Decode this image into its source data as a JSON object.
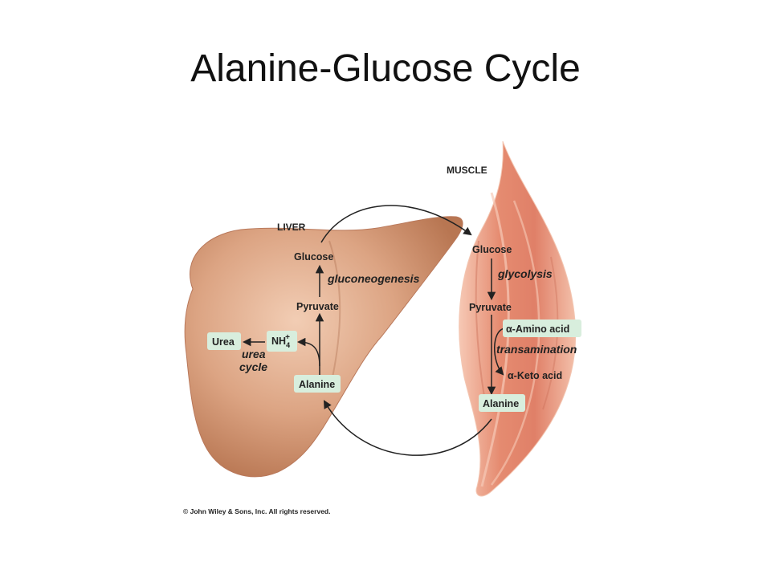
{
  "title": "Alanine-Glucose Cycle",
  "organs": {
    "liver": "LIVER",
    "muscle": "MUSCLE"
  },
  "liver": {
    "glucose": "Glucose",
    "gluconeogenesis": "gluconeogenesis",
    "pyruvate": "Pyruvate",
    "urea": "Urea",
    "nh4_base": "NH",
    "nh4_sub": "4",
    "nh4_sup": "+",
    "urea_cycle_1": "urea",
    "urea_cycle_2": "cycle",
    "alanine": "Alanine"
  },
  "muscle": {
    "glucose": "Glucose",
    "glycolysis": "glycolysis",
    "pyruvate": "Pyruvate",
    "amino_acid": "α-Amino acid",
    "transamination": "transamination",
    "keto_acid": "α-Keto acid",
    "alanine": "Alanine"
  },
  "copyright": "© John Wiley & Sons, Inc. All rights reserved.",
  "colors": {
    "liver": "#c98a68",
    "liver_highlight": "#f2cdb4",
    "muscle": "#e0866c",
    "muscle_highlight": "#f4b8a2",
    "label_box": "#d8eedd",
    "arrow": "#222222"
  }
}
